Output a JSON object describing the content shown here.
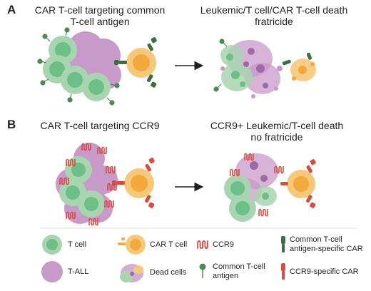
{
  "panels": [
    {
      "letter": "A",
      "left_title_line1": "CAR T-cell targeting common",
      "left_title_line2": "T-cell antigen",
      "right_title_line1": "Leukemic/T cell/CAR T-cell death",
      "right_title_line2": "fratricide"
    },
    {
      "letter": "B",
      "left_title_line1": "CAR T-cell targeting CCR9",
      "left_title_line2": "",
      "right_title_line1": "CCR9+ Leukemic/T-cell death",
      "right_title_line2": "no fratricide"
    }
  ],
  "legend": {
    "t_cell": "T cell",
    "t_all": "T-ALL",
    "car_t_cell": "CAR T cell",
    "dead_cells": "Dead cells",
    "ccr9": "CCR9",
    "common_antigen_line1": "Common T-cell",
    "common_antigen_line2": "antigen",
    "common_car_line1": "Common T-cell",
    "common_car_line2": "antigen-specific CAR",
    "ccr9_car": "CCR9-specific CAR"
  },
  "colors": {
    "t_cell_fill": "#a8d5b0",
    "t_cell_nucleus": "#6cbf86",
    "t_all_fill": "#c89ac9",
    "car_t_fill": "#f6c87a",
    "car_t_nucleus": "#f3a93b",
    "ccr9": "#d94a3f",
    "common_car": "#3c6e43",
    "antigen": "#4e8a57",
    "arrow": "#231f20"
  }
}
